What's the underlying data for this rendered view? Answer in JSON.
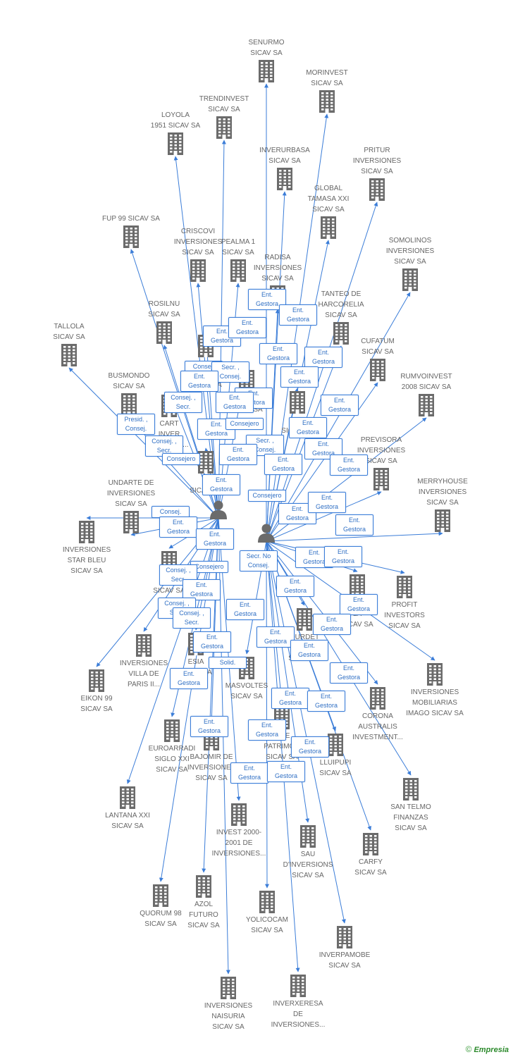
{
  "colors": {
    "edge": "#3b7dd8",
    "icon": "#6b6b6b",
    "label": "#666666",
    "badge_border": "#3b7dd8",
    "badge_text": "#2f6fc4"
  },
  "icons": {
    "company": "building-icon",
    "person": "person-icon"
  },
  "footer": {
    "copyright": "©",
    "brand": "Empresia"
  },
  "people": [
    {
      "id": "person-a",
      "name": ""
    },
    {
      "id": "person-b",
      "name": ""
    }
  ],
  "companies": [
    {
      "label": "SENURMO\nSICAV SA"
    },
    {
      "label": "MORINVEST\nSICAV SA"
    },
    {
      "label": "TRENDINVEST\nSICAV SA"
    },
    {
      "label": "LOYOLA\n1951 SICAV SA"
    },
    {
      "label": "INVERURBASA\nSICAV SA"
    },
    {
      "label": "PRITUR\nINVERSIONES\nSICAV SA"
    },
    {
      "label": "GLOBAL\nTAMASA XXI\nSICAV SA"
    },
    {
      "label": "FUP 99 SICAV SA"
    },
    {
      "label": "CRISCOVI\nINVERSIONES\nSICAV SA"
    },
    {
      "label": "PEALMA 1\nSICAV SA"
    },
    {
      "label": "SOMOLINOS\nINVERSIONES\nSICAV SA"
    },
    {
      "label": "RADISA\nINVERSIONES\nSICAV SA"
    },
    {
      "label": "ROSILNU\nSICAV SA"
    },
    {
      "label": "TANTEO DE\nHARCORELIA\nSICAV SA"
    },
    {
      "label": "TALLOLA\nSICAV SA"
    },
    {
      "label": "CUFATUM\nSICAV SA"
    },
    {
      "label": "BUSMONDO\nSICAV SA"
    },
    {
      "label": "RUMVOINVEST\n2008 SICAV SA"
    },
    {
      "label": "PREVISORA\nINVERSIONES\nSICAV SA"
    },
    {
      "label": "UNDARTE DE\nINVERSIONES\nSICAV SA"
    },
    {
      "label": "MERRYHOUSE\nINVERSIONES\nSICAV SA"
    },
    {
      "label": "INVERSIONES\nSTAR BLEU\nSICAV SA"
    },
    {
      "label": "PROFIT\nINVESTORS\nSICAV SA"
    },
    {
      "label": "INVERSIONES\nVILLA DE\nPARIS II..."
    },
    {
      "label": "EIKON 99\nSICAV SA"
    },
    {
      "label": "INVERSIONES\nMOBILIARIAS\nIMAGO SICAV SA"
    },
    {
      "label": "MASVOLTES\nSICAV SA"
    },
    {
      "label": "CORONA\nAUSTRALIS\nINVESTMENT..."
    },
    {
      "label": "EUROARRADI\nSIGLO XXI\nSICAV SA"
    },
    {
      "label": "BAJOMIR DE\nINVERSIONES\nSICAV SA"
    },
    {
      "label": "LLUIPUPI\nSICAV SA"
    },
    {
      "label": "LANTANA XXI\nSICAV SA"
    },
    {
      "label": "SAN TELMO\nFINANZAS\nSICAV SA"
    },
    {
      "label": "INVEST 2000-\n2001 DE\nINVERSIONES..."
    },
    {
      "label": "SAU\nD'INVERSIONS\nSICAV SA"
    },
    {
      "label": "CARFY\nSICAV SA"
    },
    {
      "label": "QUORUM 98\nSICAV SA"
    },
    {
      "label": "AZOL\nFUTURO\nSICAV SA"
    },
    {
      "label": "YOLICOCAM\nSICAV SA"
    },
    {
      "label": "INVERPAMOBE\nSICAV SA"
    },
    {
      "label": "INVERSIONES\nNAISURIA\nSICAV SA"
    },
    {
      "label": "INVERXERESA\nDE\nINVERSIONES..."
    },
    {
      "label": "DE\nINVERSIONES\nSICAV SA"
    },
    {
      "label": "CART\nINVER\nDEPLANA..."
    },
    {
      "label": "M\nSICAV SA"
    },
    {
      "label": "N\nLA\nSICAV SA"
    },
    {
      "label": "ESIA\nSICAV SA"
    },
    {
      "label": "L\nSICAV SA"
    },
    {
      "label": "A DE\nPATRIMON\nSICAV SA"
    },
    {
      "label": "OURDET\nIN\nSICAV SA"
    },
    {
      "label": "S\nSICAV SA"
    },
    {
      "label": "VI\nSICAV SA"
    }
  ],
  "badges": [
    {
      "text": "Ent.\nGestora"
    },
    {
      "text": "Ent.\nGestora"
    },
    {
      "text": "Ent.\nGestora"
    },
    {
      "text": "Ent.\nGestora"
    },
    {
      "text": "Ent.\nGestora"
    },
    {
      "text": "Ent.\nGestora"
    },
    {
      "text": "Consej."
    },
    {
      "text": "Secr. ,\nConsej."
    },
    {
      "text": "Ent.\nGestora"
    },
    {
      "text": "Ent.\nGestora"
    },
    {
      "text": "Ent.\nGestora"
    },
    {
      "text": "Consej. ,\nSecr."
    },
    {
      "text": "Ent.\nGestora"
    },
    {
      "text": "Ent.\nGestora"
    },
    {
      "text": "Presid. ,\nConsej."
    },
    {
      "text": "Ent.\nGestora"
    },
    {
      "text": "Consejero"
    },
    {
      "text": "Ent.\nGestora"
    },
    {
      "text": "Consej. ,\nSecr."
    },
    {
      "text": "Secr. ,\nConsej."
    },
    {
      "text": "Consejero"
    },
    {
      "text": "Ent.\nGestora"
    },
    {
      "text": "Ent.\nGestora"
    },
    {
      "text": "Ent.\nGestora"
    },
    {
      "text": "Ent.\nGestora"
    },
    {
      "text": "Consejero"
    },
    {
      "text": "Ent.\nGestora"
    },
    {
      "text": "Ent.\nGestora"
    },
    {
      "text": "Ent.\nGestora"
    },
    {
      "text": "Consej."
    },
    {
      "text": "Ent.\nGestora"
    },
    {
      "text": "Ent.\nGestora"
    },
    {
      "text": "Consejero"
    },
    {
      "text": "Secr. No\nConsej."
    },
    {
      "text": "Ent.\nGestora"
    },
    {
      "text": "Ent.\nGestora"
    },
    {
      "text": "Consej. ,\nSecr."
    },
    {
      "text": "Ent.\nGestora"
    },
    {
      "text": "Ent.\nGestora"
    },
    {
      "text": "Ent.\nGestora"
    },
    {
      "text": "Consej. ,\nSecr."
    },
    {
      "text": "Consej. ,\nSecr."
    },
    {
      "text": "Ent.\nGestora"
    },
    {
      "text": "Ent.\nGestora"
    },
    {
      "text": "Ent.\nGestora"
    },
    {
      "text": "Ent.\nGestora"
    },
    {
      "text": "Ent.\nGestora"
    },
    {
      "text": "Solid."
    },
    {
      "text": "Ent.\nGestora"
    },
    {
      "text": "Ent.\nGestora"
    },
    {
      "text": "Ent.\nGestora"
    },
    {
      "text": "Ent.\nGestora"
    },
    {
      "text": "Ent.\nGestora"
    },
    {
      "text": "Ent.\nGestora"
    },
    {
      "text": "Ent.\nGestora"
    },
    {
      "text": "Ent.\nGestora"
    },
    {
      "text": "Ent.\nGestora"
    },
    {
      "text": "Ent.\nGestora"
    }
  ]
}
